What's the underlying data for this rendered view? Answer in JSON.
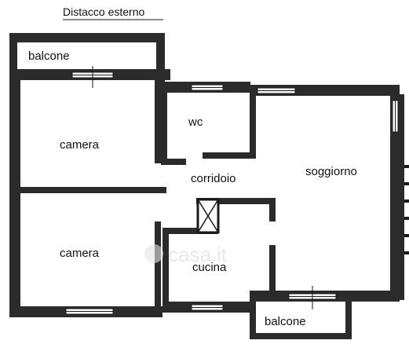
{
  "plan": {
    "title": "Distacco esterno",
    "rooms": {
      "balcone_top": "balcone",
      "camera_top": "camera",
      "wc": "wc",
      "corridoio": "corridoio",
      "soggiorno": "soggiorno",
      "camera_bottom": "camera",
      "cucina": "cucina",
      "balcone_bottom": "balcone"
    },
    "watermark": "casa.it"
  },
  "colors": {
    "wall": "#2b2b2b",
    "background": "#ffffff"
  }
}
